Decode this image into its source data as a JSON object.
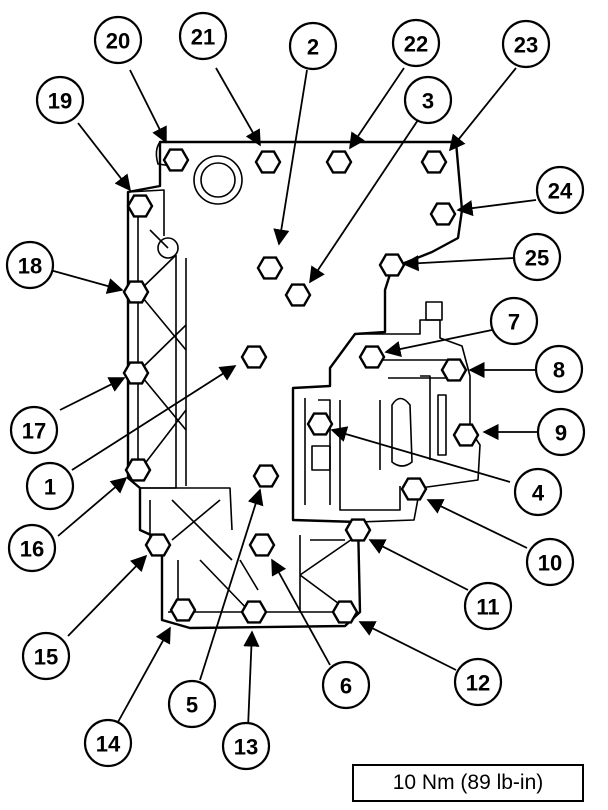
{
  "diagram": {
    "callouts": [
      {
        "id": "1",
        "label": "1"
      },
      {
        "id": "2",
        "label": "2"
      },
      {
        "id": "3",
        "label": "3"
      },
      {
        "id": "4",
        "label": "4"
      },
      {
        "id": "5",
        "label": "5"
      },
      {
        "id": "6",
        "label": "6"
      },
      {
        "id": "7",
        "label": "7"
      },
      {
        "id": "8",
        "label": "8"
      },
      {
        "id": "9",
        "label": "9"
      },
      {
        "id": "10",
        "label": "10"
      },
      {
        "id": "11",
        "label": "11"
      },
      {
        "id": "12",
        "label": "12"
      },
      {
        "id": "13",
        "label": "13"
      },
      {
        "id": "14",
        "label": "14"
      },
      {
        "id": "15",
        "label": "15"
      },
      {
        "id": "16",
        "label": "16"
      },
      {
        "id": "17",
        "label": "17"
      },
      {
        "id": "18",
        "label": "18"
      },
      {
        "id": "19",
        "label": "19"
      },
      {
        "id": "20",
        "label": "20"
      },
      {
        "id": "21",
        "label": "21"
      },
      {
        "id": "22",
        "label": "22"
      },
      {
        "id": "23",
        "label": "23"
      },
      {
        "id": "24",
        "label": "24"
      },
      {
        "id": "25",
        "label": "25"
      }
    ],
    "torque_spec": "10 Nm (89 lb-in)",
    "colors": {
      "line": "#000000",
      "background": "#ffffff"
    }
  }
}
